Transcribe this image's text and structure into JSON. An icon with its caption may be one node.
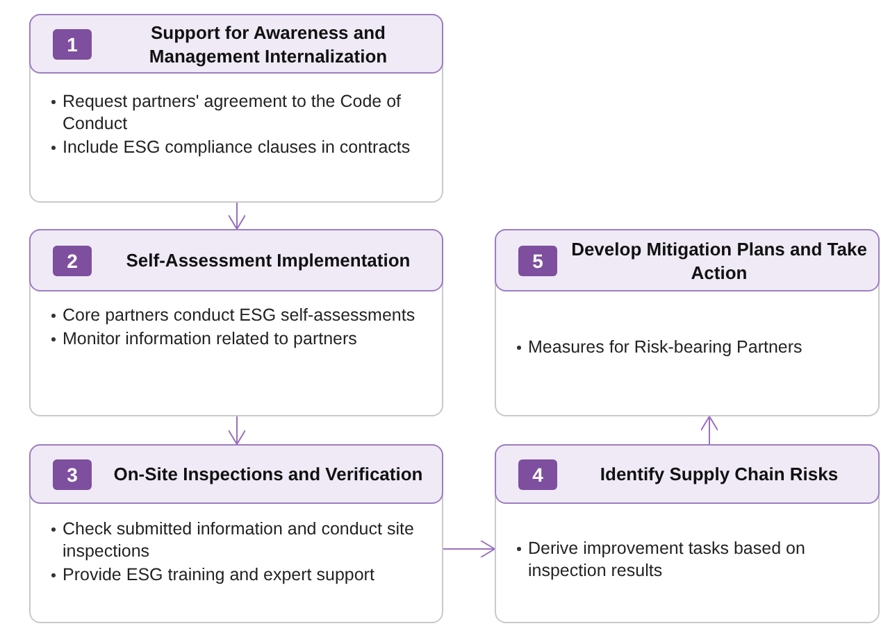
{
  "diagram": {
    "nodes": [
      {
        "text": [
          "1",
          "Support for Awareness and Management Internalization",
          "Request partners' agreement to the Code of Conduct",
          "Include ESG compliance clauses in contracts"
        ]
      },
      {
        "text": [
          "2",
          "Self-Assessment Implementation",
          "Core partners conduct ESG self-assessments",
          "Monitor information related to partners"
        ]
      },
      {
        "text": [
          "3",
          "On-Site Inspections and Verification",
          "Check submitted information and conduct site inspections",
          "Provide ESG training and expert support"
        ]
      },
      {
        "text": [
          "4",
          "Identify Supply Chain Risks",
          "Derive improvement tasks based on inspection results"
        ]
      },
      {
        "text": [
          "5",
          "Develop Mitigation Plans and Take Action",
          "Measures for Risk-bearing Partners"
        ]
      }
    ],
    "edges": [
      {
        "from": 0,
        "to": 1,
        "arrow": "to"
      },
      {
        "from": 1,
        "to": 2,
        "arrow": "to"
      },
      {
        "from": 2,
        "to": 3,
        "arrow": "to"
      },
      {
        "from": 3,
        "to": 4,
        "arrow": "to"
      }
    ]
  }
}
